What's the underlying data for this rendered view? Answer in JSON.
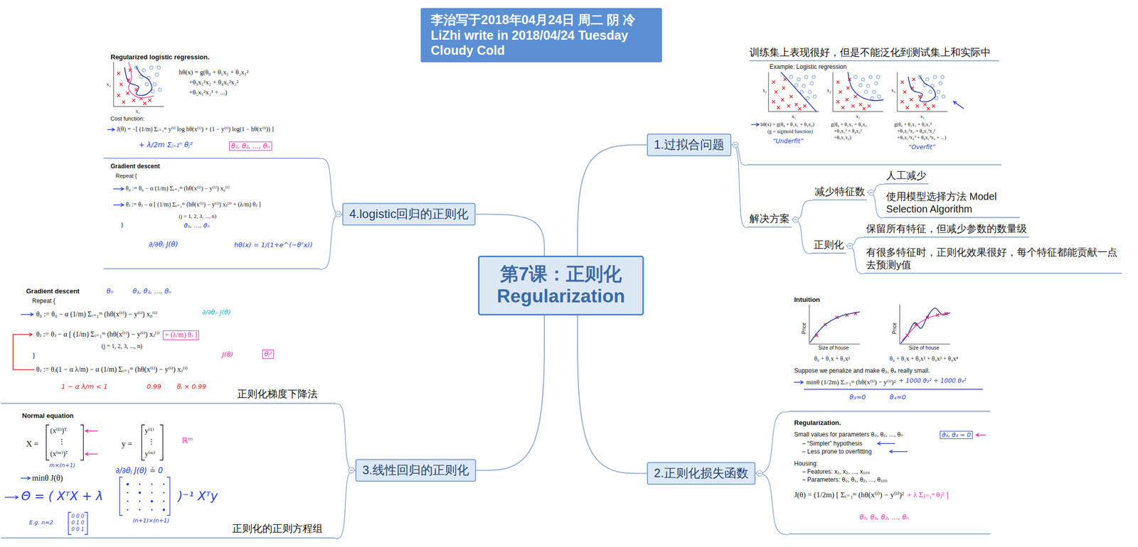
{
  "diagram": {
    "nodes": [
      {
        "text": [
          "李治写于2018年04月24日 周二 阴 冷 LiZhi write in 2018/04/24 Tuesday Cloudy Cold"
        ]
      },
      {
        "text": [
          "第7课：正则化 Regularization"
        ]
      },
      {
        "text": [
          "1.过拟合问题"
        ]
      },
      {
        "text": [
          "2.正则化损失函数"
        ]
      },
      {
        "text": [
          "3.线性回归的正则化"
        ]
      },
      {
        "text": [
          "4.logistic回归的正则化"
        ]
      },
      {
        "text": [
          "训练集上表现很好，但是不能泛化到测试集上和实际中",
          "Example: Logistic regression"
        ]
      },
      {
        "text": [
          "解决方案"
        ]
      },
      {
        "text": [
          "减少特征数"
        ]
      },
      {
        "text": [
          "人工减少"
        ]
      },
      {
        "text": [
          "使用模型选择方法 Model Selection Algorithm"
        ]
      },
      {
        "text": [
          "正则化"
        ]
      },
      {
        "text": [
          "保留所有特征，但减少参数的数量级"
        ]
      },
      {
        "text": [
          "有很多特征时，正则化效果很好，每个特征都能贡献一点去预测y值"
        ]
      },
      {
        "text": [
          "Intuition"
        ]
      },
      {
        "text": [
          "Regularization."
        ]
      },
      {
        "text": [
          "Gradient descent",
          "正则化梯度下降法"
        ]
      },
      {
        "text": [
          "Normal equation",
          "正则化的正则方程组"
        ]
      },
      {
        "text": [
          "Regularized logistic regression."
        ]
      },
      {
        "text": [
          "Gradient descent"
        ]
      }
    ],
    "edges": [
      {
        "from": 1,
        "to": 2,
        "arrow": "none"
      },
      {
        "from": 1,
        "to": 3,
        "arrow": "none"
      },
      {
        "from": 1,
        "to": 4,
        "arrow": "none"
      },
      {
        "from": 1,
        "to": 5,
        "arrow": "none"
      },
      {
        "from": 2,
        "to": 6,
        "arrow": "none"
      },
      {
        "from": 2,
        "to": 7,
        "arrow": "none"
      },
      {
        "from": 7,
        "to": 8,
        "arrow": "none"
      },
      {
        "from": 8,
        "to": 9,
        "arrow": "none"
      },
      {
        "from": 8,
        "to": 10,
        "arrow": "none"
      },
      {
        "from": 7,
        "to": 11,
        "arrow": "none"
      },
      {
        "from": 11,
        "to": 12,
        "arrow": "none"
      },
      {
        "from": 11,
        "to": 13,
        "arrow": "none"
      },
      {
        "from": 3,
        "to": 14,
        "arrow": "none"
      },
      {
        "from": 3,
        "to": 15,
        "arrow": "none"
      },
      {
        "from": 4,
        "to": 16,
        "arrow": "none"
      },
      {
        "from": 4,
        "to": 17,
        "arrow": "none"
      },
      {
        "from": 5,
        "to": 18,
        "arrow": "none"
      },
      {
        "from": 5,
        "to": 19,
        "arrow": "none"
      }
    ],
    "labels": [
      "x₂",
      "x₁",
      "x₂",
      "x₁",
      "x₂",
      "x₁",
      "hθ(x) = g(θ₀ + θ₁x₁ + θ₂x₂)",
      "(g = sigmoid function)",
      "“Underfit”",
      "g(θ₀ + θ₁x₁ + θ₂x₂",
      "+θ₃x₁² + θ₄x₂²",
      "+θ₅x₁x₂)",
      "g(θ₀ + θ₁x₁ + θ₂x₁²",
      "+θ₃x₁²x₂ + θ₄x₁²x₂²",
      "+θ₅x₁²x₂³ + θ₆x₁³x₂ + ...)",
      "“Overfit”",
      "Price",
      "Size of house",
      "θ₀ + θ₁x + θ₂x²",
      "Price",
      "Size of house",
      "θ₀ + θ₁x + θ₂x² + θ₃x³ + θ₄x⁴",
      "Suppose we penalize and make θ₃, θ₄ really small.",
      "minθ (1/2m) Σᵢ₌₁ᵐ (hθ(x⁽ⁱ⁾) − y⁽ⁱ⁾)²",
      "+ 1000 θ₃² + 1000 θ₄²",
      "θ₃≈0",
      "θ₄≈0",
      "Small values for parameters θ₀, θ₁, ..., θₙ",
      "– “Simpler” hypothesis",
      "– Less prone to overfitting",
      "θ₃, θ₄ ≈ 0",
      "Housing:",
      "– Features: x₁, x₂, ..., x₁₀₀",
      "– Parameters: θ₀, θ₁, θ₂, ..., θ₁₀₀",
      "J(θ) = (1/2m) [ Σᵢ₌₁ᵐ (hθ(x⁽ⁱ⁾) − y⁽ⁱ⁾)²",
      "+ λ Σⱼ₌₁ⁿ θⱼ² ]",
      "θ₀, θ₁, θ₂, ..., θₙ",
      "Repeat {",
      "θ₀ := θ₀ − α (1/m) Σᵢ₌₁ᵐ (hθ(x⁽ⁱ⁾) − y⁽ⁱ⁾) x₀⁽ⁱ⁾",
      "θⱼ := θⱼ − α [ (1/m) Σᵢ₌₁ᵐ (hθ(x⁽ⁱ⁾) − y⁽ⁱ⁾) xⱼ⁽ⁱ⁾",
      "+ (λ/m) θⱼ ]",
      "(j = 1, 2, 3, ..., n)",
      "}",
      "θⱼ := θⱼ(1 − α λ/m) − α (1/m) Σᵢ₌₁ᵐ (hθ(x⁽ⁱ⁾) − y⁽ⁱ⁾) xⱼ⁽ⁱ⁾",
      "θ₀",
      "θ₁, θ₂, ..., θₙ",
      "∂/∂θ₀ J(θ)",
      "J(θ)",
      "1 − α λ/m < 1",
      "0.99",
      "θⱼ × 0.99",
      "θⱼ²",
      "X =",
      "(x⁽¹⁾)ᵀ",
      "⋮",
      "(x⁽ᵐ⁾)ᵀ",
      "m×(n+1)",
      "y =",
      "y⁽¹⁾",
      "⋮",
      "y⁽ᵐ⁾",
      "ℝᵐ",
      "∂/∂θⱼ J(θ) ≟ 0",
      "minθ J(θ)",
      "Θ = ( XᵀX + λ",
      ")⁻¹ Xᵀy",
      "(n+1)×(n+1)",
      "E.g. n=2",
      "0 0 0",
      "0 1 0",
      "0 0 1",
      "x₂",
      "x₁",
      "hθ(x) = g(θ₀ + θ₁x₁ + θ₂x₁²",
      "+θ₃x₁²x₂ + θ₄x₁²x₂²",
      "+θ₅x₁²x₂³ + ...)",
      "Cost function:",
      "J(θ) = −[ (1/m) Σᵢ₌₁ᵐ y⁽ⁱ⁾ log hθ(x⁽ⁱ⁾) + (1 − y⁽ⁱ⁾) log(1 − hθ(x⁽ⁱ⁾)) ]",
      "+ λ/2m Σⱼ₌₁ⁿ θⱼ²",
      "θ₁, θ₂, ..., θₙ",
      "Repeat {",
      "θ₀ := θ₀ − α (1/m) Σᵢ₌₁ᵐ (hθ(x⁽ⁱ⁾) − y⁽ⁱ⁾) x₀⁽ⁱ⁾",
      "θⱼ := θⱼ − α [ (1/m) Σᵢ₌₁ᵐ (hθ(x⁽ⁱ⁾) − y⁽ⁱ⁾) xⱼ⁽ⁱ⁾ + (λ/m) θⱼ ]",
      "(j = 1, 2, 3, ..., n)",
      "θ₁, ..., θₙ",
      "}",
      "∂/∂θⱼ J(θ)",
      "hθ(x) = 1/(1+e^(−θᵀx))"
    ]
  }
}
